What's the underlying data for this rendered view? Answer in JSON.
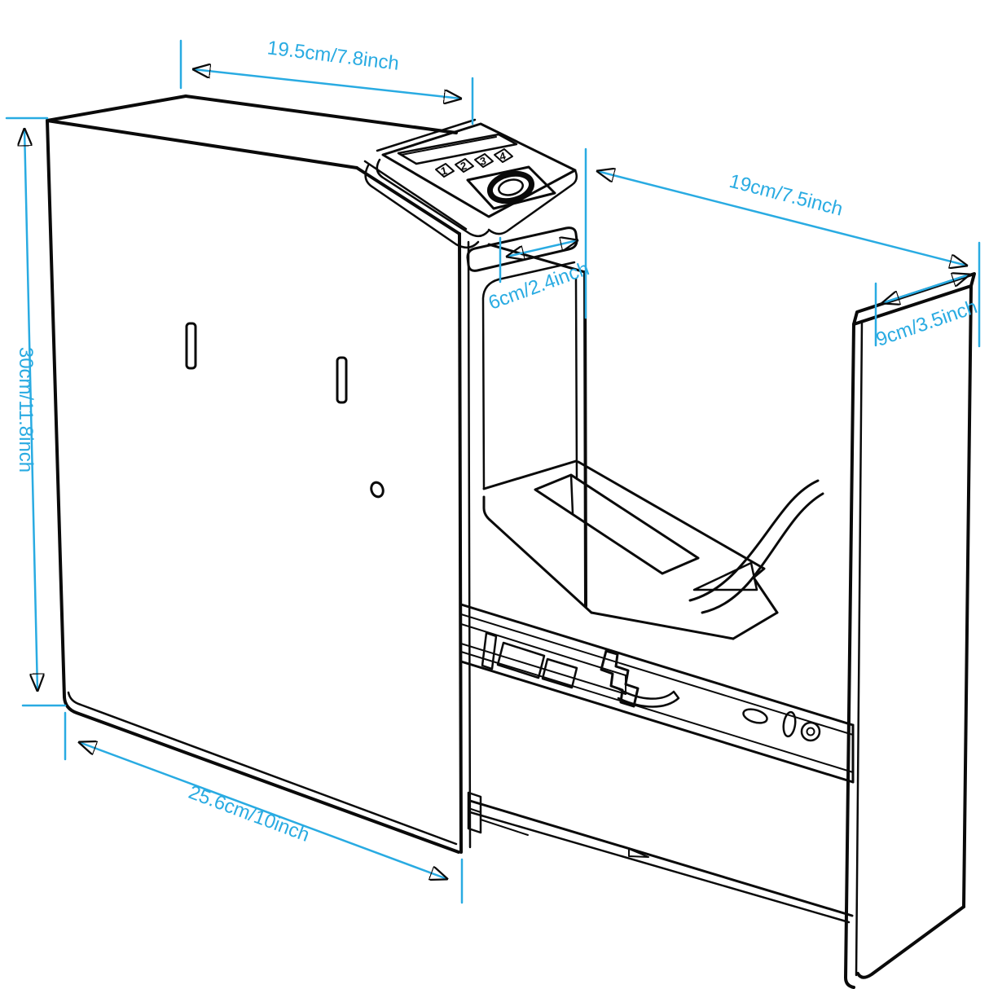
{
  "page": {
    "background": "#ffffff"
  },
  "diagram": {
    "subject": "handgun drawer safe with number keypad and fingerprint scanner — dimension diagram",
    "stroke_color": "#000000",
    "dimension_color": "#29ABE2",
    "labels": {
      "top_width": "19.5cm/7.8inch",
      "slide_depth": "19cm/7.5inch",
      "opening_width": "6cm/2.4inch",
      "side_panel_width": "9cm/3.5inch",
      "height": "30cm/11.8inch",
      "base_depth": "25.6cm/10inch"
    },
    "keypad": {
      "keys": [
        "1",
        "2",
        "3",
        "4"
      ]
    }
  }
}
